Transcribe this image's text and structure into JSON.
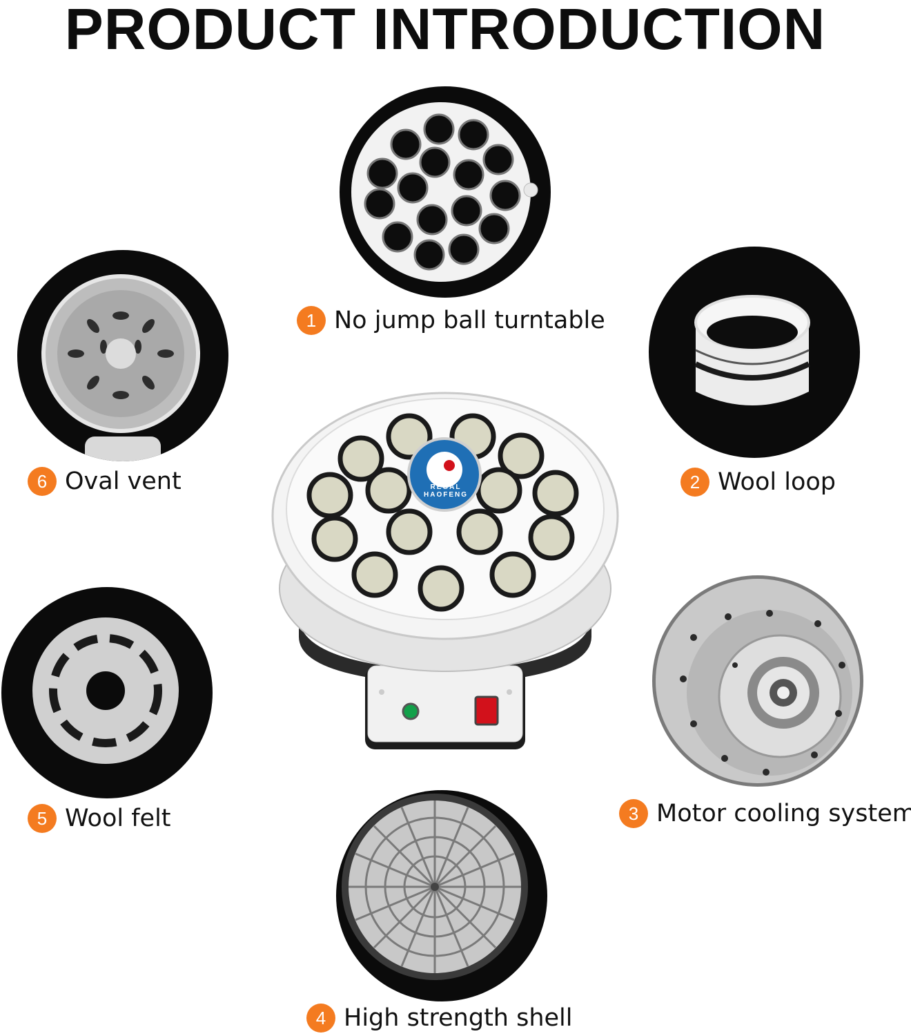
{
  "title": "PRODUCT INTRODUCTION",
  "accent_color": "#f47b20",
  "features": [
    {
      "number": "1",
      "label": "No jump ball turntable"
    },
    {
      "number": "2",
      "label": "Wool loop"
    },
    {
      "number": "3",
      "label": "Motor cooling system"
    },
    {
      "number": "4",
      "label": "High strength shell"
    },
    {
      "number": "5",
      "label": "Wool felt"
    },
    {
      "number": "6",
      "label": "Oval vent"
    }
  ],
  "product": {
    "logo_text": "REGAL HAOFENG"
  }
}
